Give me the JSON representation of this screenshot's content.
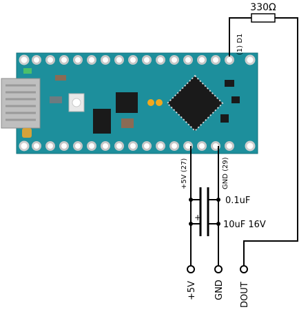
{
  "resistor": {
    "value": "330Ω"
  },
  "pins": {
    "d1": "(1) D1",
    "vcc": "+5V (27)",
    "gnd": "GND (29)"
  },
  "capacitors": {
    "c1": "0.1uF",
    "c2": "10uF 16V",
    "polarity": "+"
  },
  "terminals": {
    "vcc": "+5V",
    "gnd": "GND",
    "dout": "DOUT"
  },
  "colors": {
    "board": "#1d8f9c",
    "board_dark": "#14707b",
    "chip": "#1a1a1a",
    "pad": "#d8d8d8",
    "header": "#c7c7c7",
    "led_green": "#4dbf6a",
    "led_orange": "#f2a81d",
    "wire": "#000000"
  }
}
